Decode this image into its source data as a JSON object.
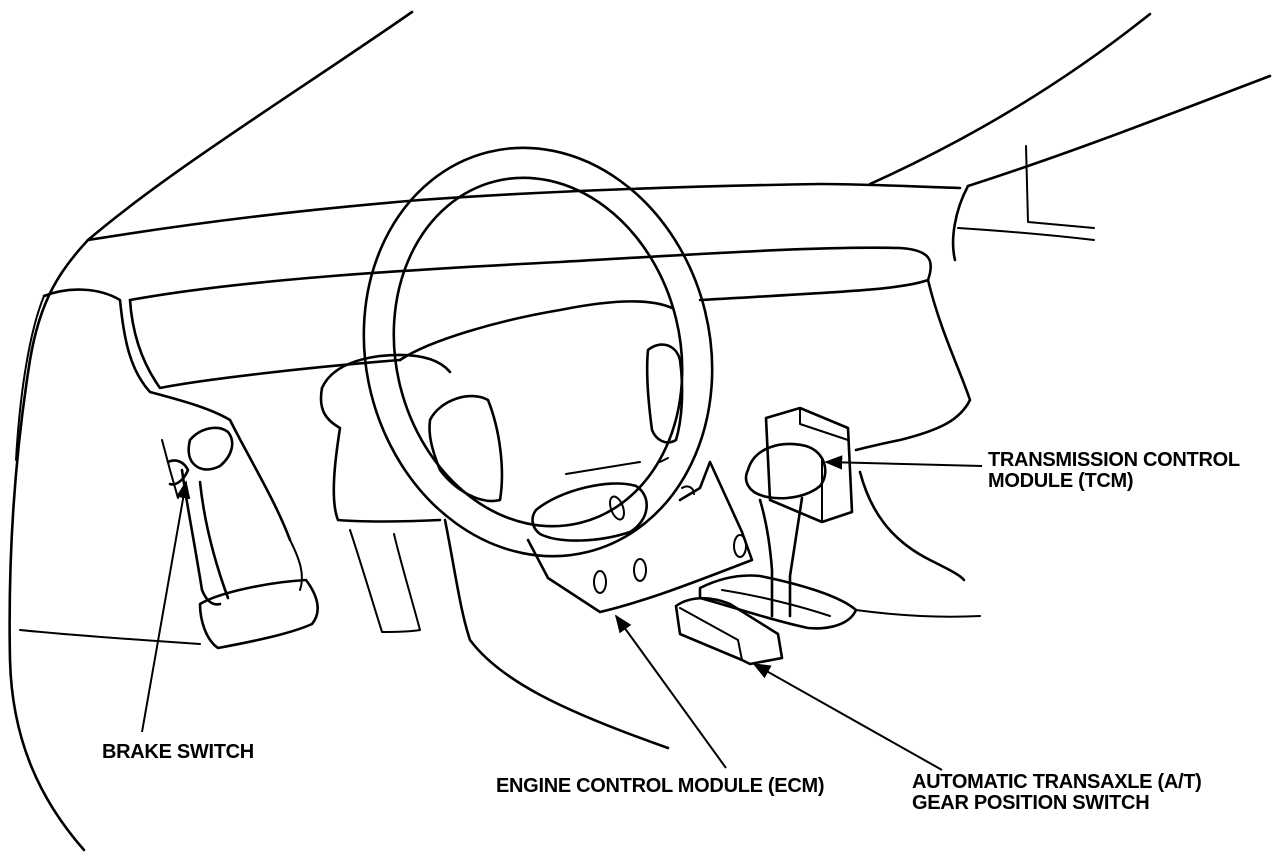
{
  "labels": {
    "tcm": {
      "line1": "TRANSMISSION CONTROL",
      "line2": "MODULE (TCM)"
    },
    "brake_switch": "BRAKE SWITCH",
    "ecm": "ENGINE CONTROL MODULE (ECM)",
    "gear_switch": {
      "line1": "AUTOMATIC TRANSAXLE (A/T)",
      "line2": "GEAR POSITION SWITCH"
    }
  }
}
